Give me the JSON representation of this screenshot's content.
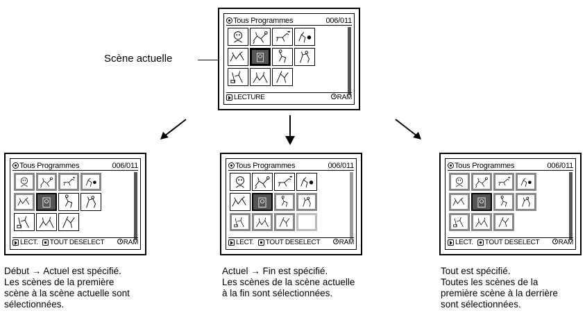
{
  "top_label": "Scène actuelle",
  "screens": {
    "top": {
      "title": "Tous Programmes",
      "counter": "006/011",
      "bottom_left": "LECTURE",
      "bottom_right": "RAM"
    },
    "left": {
      "title": "Tous Programmes",
      "counter": "006/011",
      "bottom_left": "LECT.",
      "bottom_mid": "TOUT DESELECT",
      "bottom_right": "RAM"
    },
    "center": {
      "title": "Tous Programmes",
      "counter": "006/011",
      "bottom_left": "LECT.",
      "bottom_mid": "TOUT DESELECT",
      "bottom_right": "RAM"
    },
    "right": {
      "title": "Tous Programmes",
      "counter": "006/011",
      "bottom_left": "LECT.",
      "bottom_mid": "TOUT DESELECT",
      "bottom_right": "RAM"
    }
  },
  "captions": {
    "left": [
      "Début → Actuel est spécifié.",
      "Les scènes de la première",
      "scène à la scène actuelle sont",
      "sélectionnées."
    ],
    "center": [
      "Actuel → Fin est spécifié.",
      "Les scènes de la scène actuelle",
      "à la fin sont sélectionnées."
    ],
    "right": [
      "Tout est spécifié.",
      "Toutes les scènes de la",
      "première scène à la derrière",
      "sont sélectionnées."
    ]
  }
}
